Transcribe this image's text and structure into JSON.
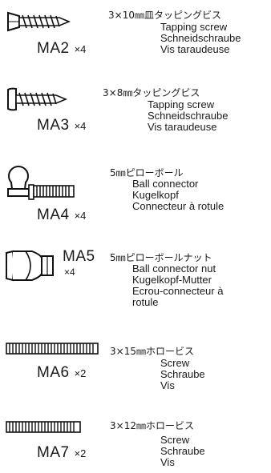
{
  "parts": [
    {
      "code": "MA2",
      "qty": "×4",
      "jp": "3×10㎜皿タッピングビス",
      "translations": [
        "Tapping screw",
        "Schneidschraube",
        "Vis taraudeuse"
      ]
    },
    {
      "code": "MA3",
      "qty": "×4",
      "jp": "3×8㎜タッピングビス",
      "translations": [
        "Tapping screw",
        "Schneidschraube",
        "Vis taraudeuse"
      ]
    },
    {
      "code": "MA4",
      "qty": "×4",
      "jp": "5㎜ピローボール",
      "translations": [
        "Ball connector",
        "Kugelkopf",
        "Connecteur à rotule"
      ]
    },
    {
      "code": "MA5",
      "qty": "×4",
      "jp": "5㎜ピローボールナット",
      "translations": [
        "Ball connector nut",
        "Kugelkopf-Mutter",
        "Ecrou-connecteur à",
        "rotule"
      ]
    },
    {
      "code": "MA6",
      "qty": "×2",
      "jp": "3×15㎜ホロービス",
      "translations": [
        "Screw",
        "Schraube",
        "Vis"
      ]
    },
    {
      "code": "MA7",
      "qty": "×2",
      "jp": "3×12㎜ホロービス",
      "translations": [
        "Screw",
        "Schraube",
        "Vis"
      ]
    }
  ]
}
